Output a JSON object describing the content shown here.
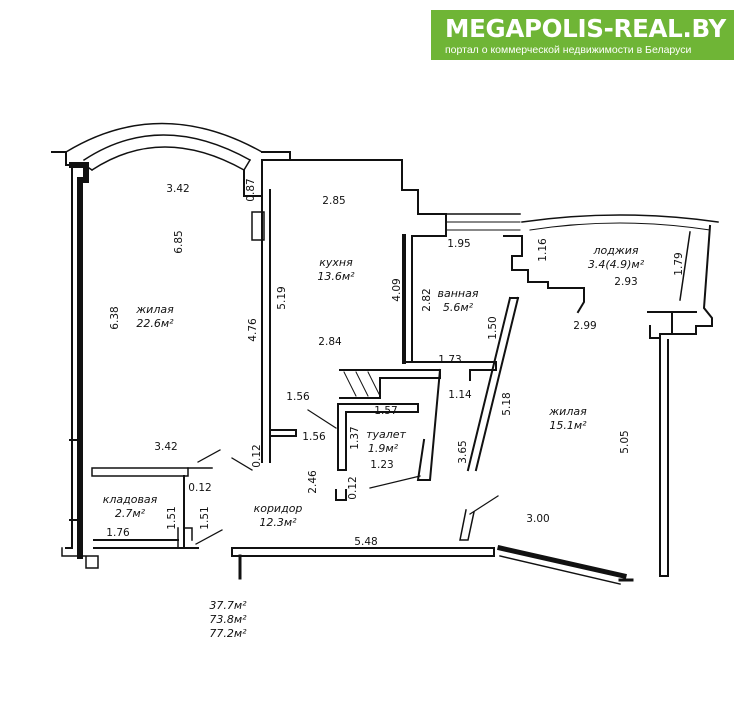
{
  "banner": {
    "brand": "MEGAPOLIS-REAL.BY",
    "tagline": "портал о коммерческой недвижимости в Беларуси",
    "color": "#6fb536"
  },
  "rooms": {
    "living1": {
      "name": "жилая",
      "area": "22.6м²"
    },
    "kitchen": {
      "name": "кухня",
      "area": "13.6м²"
    },
    "bathroom": {
      "name": "ванная",
      "area": "5.6м²"
    },
    "loggia": {
      "name": "лоджия",
      "area": "3.4(4.9)м²"
    },
    "living2": {
      "name": "жилая",
      "area": "15.1м²"
    },
    "toilet": {
      "name": "туалет",
      "area": "1.9м²"
    },
    "storage": {
      "name": "кладовая",
      "area": "2.7м²"
    },
    "corridor": {
      "name": "коридор",
      "area": "12.3м²"
    }
  },
  "dims": {
    "d342top": "3.42",
    "d087": "0.87",
    "d685": "6.85",
    "d638": "6.38",
    "d476": "4.76",
    "d342bot": "3.42",
    "d012a": "0.12",
    "d285": "2.85",
    "d519": "5.19",
    "d409": "4.09",
    "d284": "2.84",
    "d156a": "1.56",
    "d156b": "1.56",
    "d195": "1.95",
    "d282": "2.82",
    "d116": "1.16",
    "d179": "1.79",
    "d293": "2.93",
    "d299": "2.99",
    "d150": "1.50",
    "d173": "1.73",
    "d114": "1.14",
    "d518": "5.18",
    "d157": "1.57",
    "d137": "1.37",
    "d123": "1.23",
    "d365": "3.65",
    "d505": "5.05",
    "d246": "2.46",
    "d012b": "0.12",
    "d012c": "0.12",
    "d151a": "1.51",
    "d151b": "1.51",
    "d176": "1.76",
    "d548": "5.48",
    "d300": "3.00"
  },
  "totals": [
    "37.7м²",
    "73.8м²",
    "77.2м²"
  ]
}
